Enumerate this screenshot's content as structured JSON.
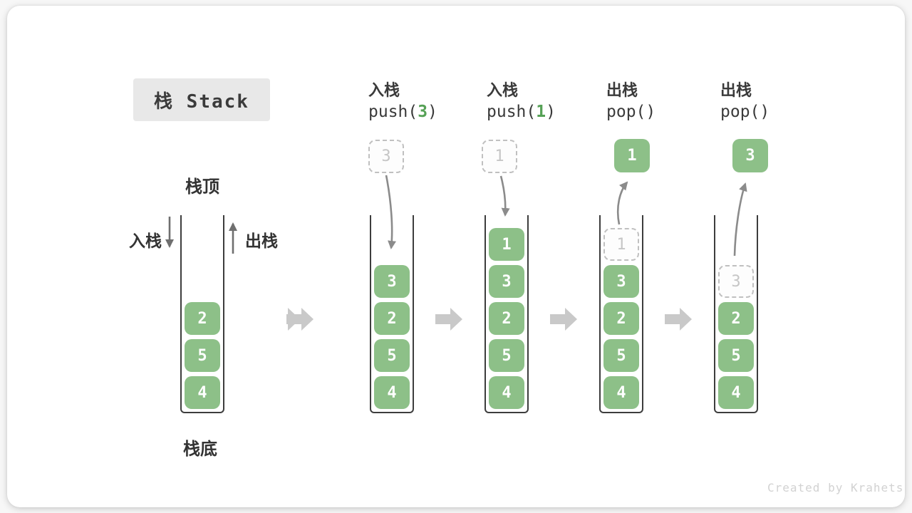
{
  "title": "栈 Stack",
  "watermark": "Created by Krahets",
  "labels": {
    "stack_top": "栈顶",
    "stack_bottom": "栈底",
    "push": "入栈",
    "pop": "出栈"
  },
  "operations": [
    {
      "label": "入栈",
      "code_pre": "push(",
      "code_arg": "3",
      "code_post": ")"
    },
    {
      "label": "入栈",
      "code_pre": "push(",
      "code_arg": "1",
      "code_post": ")"
    },
    {
      "label": "出栈",
      "code_pre": "pop(",
      "code_arg": "",
      "code_post": ")"
    },
    {
      "label": "出栈",
      "code_pre": "pop(",
      "code_arg": "",
      "code_post": ")"
    }
  ],
  "stacks": [
    {
      "name": "initial",
      "items": [
        "2",
        "5",
        "4"
      ]
    },
    {
      "name": "after-push-3",
      "incoming": "3",
      "items": [
        "3",
        "2",
        "5",
        "4"
      ]
    },
    {
      "name": "after-push-1",
      "incoming": "1",
      "items": [
        "1",
        "3",
        "2",
        "5",
        "4"
      ]
    },
    {
      "name": "after-pop-1",
      "removed": "1",
      "items": [
        "3",
        "2",
        "5",
        "4"
      ]
    },
    {
      "name": "after-pop-3",
      "removed": "3",
      "items": [
        "2",
        "5",
        "4"
      ]
    }
  ],
  "colors": {
    "cell_green": "#8dc088",
    "code_arg_green": "#56a156",
    "curved_arrow_gray": "#8b8b8b",
    "side_arrow_gray": "#6f6f6f",
    "block_arrow_gray": "#c9c9c9",
    "dashed_border": "#c0c0c0",
    "dashed_text": "#c6c6c6",
    "text_dark": "#3a3a3a",
    "title_box_bg": "#e8e8e8",
    "watermark_gray": "#d2d2d2"
  }
}
